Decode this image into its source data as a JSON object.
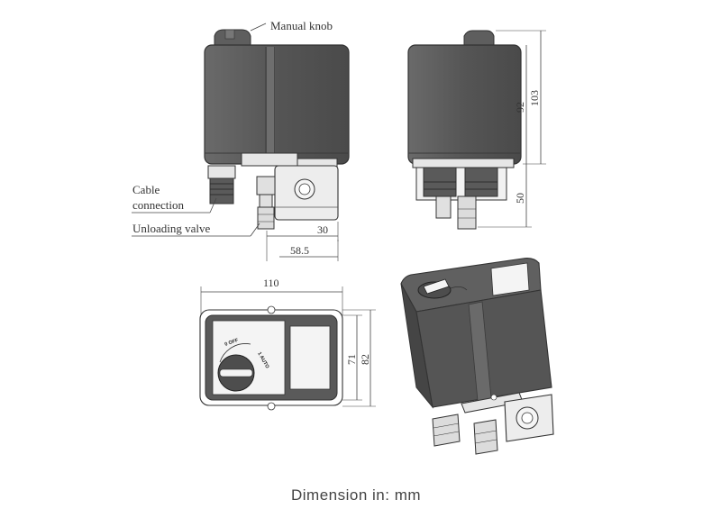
{
  "labels": {
    "manual_knob": "Manual knob",
    "cable_line1": "Cable",
    "cable_line2": "connection",
    "unloading_valve": "Unloading valve"
  },
  "dimensions": {
    "width_30": "30",
    "width_58_5": "58.5",
    "height_92": "92",
    "height_103": "103",
    "height_50": "50",
    "width_110": "110",
    "height_71": "71",
    "height_82": "82"
  },
  "dial": {
    "off": "0 OFF",
    "auto": "1 AUTO"
  },
  "footer": "Dimension in: mm",
  "colors": {
    "body": "#595959",
    "body_dark": "#3d3d3d",
    "body_light": "#777777",
    "line": "#333333",
    "fitting": "#d9d9d9"
  }
}
